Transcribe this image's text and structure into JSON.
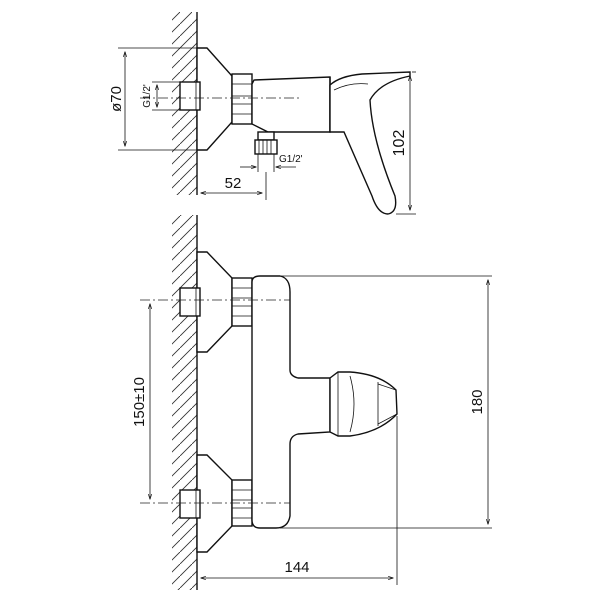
{
  "diagram": {
    "side_view": {
      "dim_diameter": "ø70",
      "dim_inlet_thread": "G1/2'",
      "dim_outlet_thread": "G1/2'",
      "dim_depth": "52",
      "dim_height": "102"
    },
    "front_view": {
      "dim_inlet_spacing": "150±10",
      "dim_body_height": "180",
      "dim_width": "144"
    }
  }
}
